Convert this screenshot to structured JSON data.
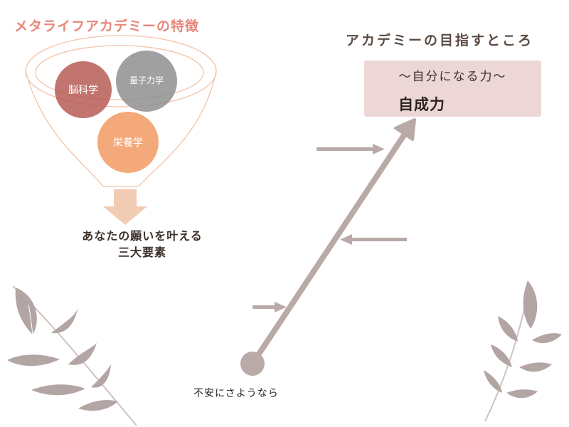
{
  "left_title": "メタライフアカデミーの特徴",
  "right_title": "アカデミーの目指すところ",
  "goal": {
    "subtitle": "〜自分になる力〜",
    "main": "自成力"
  },
  "circles": [
    {
      "label": "脳科学",
      "color": "#b4574f"
    },
    {
      "label": "量子力学",
      "color": "#8f8f8f"
    },
    {
      "label": "栄養学",
      "color": "#f2a06a"
    }
  ],
  "funnel_result": {
    "line1": "あなたの願いを叶える",
    "line2": "三大要素"
  },
  "start_label": "不安にさようなら",
  "colors": {
    "funnel_outline": "#f3c3a8",
    "down_arrow": "#f2cbb3",
    "path_arrow": "#b9aaa8",
    "leaf": "#b3a5a3",
    "goal_bg": "#ecd6d6"
  }
}
